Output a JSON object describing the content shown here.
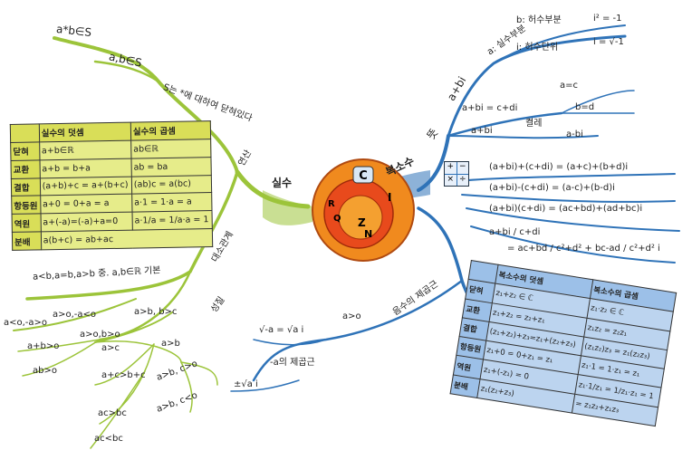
{
  "left": {
    "main_label": "실수",
    "set_top1": "a*b∈S",
    "set_top2": "a,b∈S",
    "closure_note": "S는 *에 대하여 닫혀있다",
    "op_label": "연산",
    "order_label": "대소관계",
    "order_basis": "a<b,a=b,a>b 중. a,b∈ℝ 기본",
    "prop_label": "성질",
    "items": {
      "a_neg": "a<o,-a>o",
      "a_gt": "a>o,-a<o",
      "ab_gt": "a>o,b>o",
      "ab_sum": "a+b>o",
      "ab_prod": "ab>o",
      "ab_c": "a>b, b>c",
      "a_c": "a>c",
      "ab2": "a>b",
      "ac_bc": "a+c>b+c",
      "abc_pos": "a>b, c>o",
      "ac_gt": "ac>bc",
      "abc_neg": "a>b, c<o",
      "ac_lt": "ac<bc"
    },
    "sqrt_label": "a>o",
    "sqrt_note": "음수의 제곱근",
    "sqrt_eq": "√-a = √a i",
    "neg_sqrt": "-a의 제곱근",
    "pm": "±√a i"
  },
  "real_table": {
    "headers": [
      "",
      "실수의 덧셈",
      "실수의 곱셈"
    ],
    "rows": [
      [
        "닫혀",
        "a+b∈ℝ",
        "ab∈ℝ"
      ],
      [
        "교환",
        "a+b = b+a",
        "ab = ba"
      ],
      [
        "결합",
        "(a+b)+c = a+(b+c)",
        "(ab)c = a(bc)"
      ],
      [
        "항등원",
        "a+0 = 0+a = a",
        "a·1 = 1·a = a"
      ],
      [
        "역원",
        "a+(-a)=(-a)+a=0",
        "a·1/a = 1/a·a = 1"
      ],
      [
        "분배",
        "a(b+c) = ab+ac",
        ""
      ]
    ]
  },
  "right": {
    "main_label": "복소수",
    "def_label": "뜻",
    "abi": "a+bi",
    "real_part": "a: 실수부분",
    "imag_part": "b: 허수부분",
    "imag_unit": "i: 허수단위",
    "i2": "i² = -1",
    "isqrt": "i = √-1",
    "eq": "a+bi = c+di",
    "a_eq_c": "a=c",
    "b_eq_d": "b=d",
    "conj_left": "a+bi",
    "conj_label": "켤레",
    "conj_right": "a-bi",
    "ops": {
      "add": "(a+bi)+(c+di) = (a+c)+(b+d)i",
      "sub": "(a+bi)-(c+di) = (a-c)+(b-d)i",
      "mul": "(a+bi)(c+di) = (ac+bd)+(ad+bc)i",
      "div_lhs": "a+bi / c+di",
      "div_rhs": "= ac+bd / c²+d² + bc-ad / c²+d² i"
    }
  },
  "complex_table": {
    "headers": [
      "",
      "복소수의 덧셈",
      "복소수의 곱셈"
    ],
    "rows": [
      [
        "닫혀",
        "z₁+z₂ ∈ ℂ",
        "z₁·z₂ ∈ ℂ"
      ],
      [
        "교환",
        "z₁+z₂ = z₂+z₁",
        "z₁z₂ = z₂z₁"
      ],
      [
        "결합",
        "(z₁+z₂)+z₃=z₁+(z₂+z₃)",
        "(z₁z₂)z₃ = z₁(z₂z₃)"
      ],
      [
        "항등원",
        "z₁+0 = 0+z₁ = z₁",
        "z₁·1 = 1·z₁ = z₁"
      ],
      [
        "역원",
        "z₁+(-z₁) = 0",
        "z₁·1/z₁ = 1/z₁·z₁ = 1"
      ],
      [
        "분배",
        "z₁(z₂+z₃)",
        "= z₁z₂+z₁z₃"
      ]
    ]
  },
  "center": {
    "letter": "C",
    "r": "R",
    "q": "Q",
    "z": "Z",
    "n": "N",
    "i": "I"
  },
  "colors": {
    "left_branch": "#9cc43a",
    "right_branch": "#2f73b8",
    "left_table": "#e6ec8a",
    "right_table": "#bcd4ef",
    "center_outer": "#f08a1e",
    "center_inner": "#e84a1c"
  }
}
